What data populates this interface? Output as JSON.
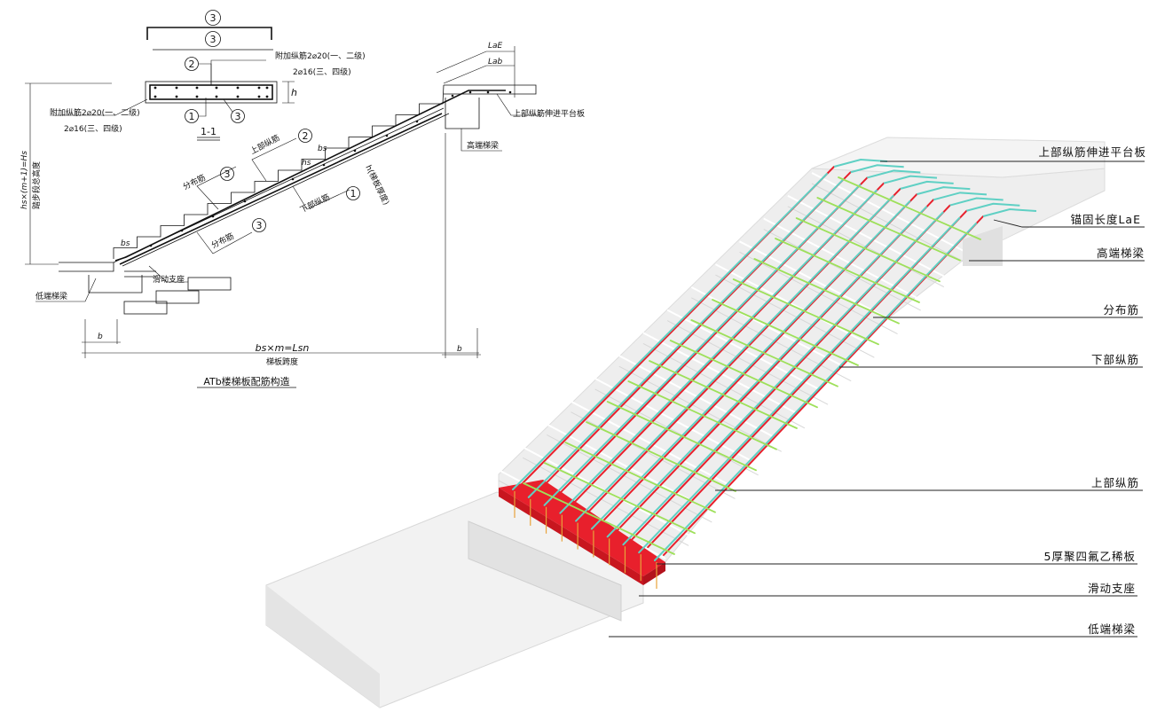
{
  "detail": {
    "section": {
      "mark_3_top": "3",
      "mark_3_mid": "3",
      "mark_2": "2",
      "mark_1": "1",
      "mark_3_right": "3",
      "title": "1-1",
      "h_label": "h",
      "add_rebar_right": "附加纵筋2⌀20(一、二级)",
      "rebar_right_34": "2⌀16(三、四级)",
      "add_rebar_left": "附加纵筋2⌀20(一、二级)",
      "rebar_left_34": "2⌀16(三、四级)"
    },
    "stair": {
      "LaE": "LaE",
      "Lab": "Lab",
      "upper_extend": "上部纵筋伸进平台板",
      "high_beam": "高端梯梁",
      "upper_rebar": "上部纵筋",
      "mark_2": "2",
      "bs_upper": "bs",
      "hs_label": "hs",
      "thickness": "h(梯板厚度)",
      "distrib_upper": "分布筋",
      "mark_3_upper": "3",
      "lower_rebar": "下部纵筋",
      "mark_1": "1",
      "distrib_lower": "分布筋",
      "mark_3_lower": "3",
      "bs_lower": "bs",
      "slide_support": "滑动支座",
      "low_beam": "低端梯梁",
      "height_formula": "hs×(m+1)=Hs",
      "height_label": "踏步段总高度",
      "b_left": "b",
      "b_right": "b",
      "span_formula": "bs×m=Lsn",
      "span_label": "梯板跨度",
      "caption": "ATb楼梯板配筋构造"
    }
  },
  "callouts": {
    "upper_extend": "上部纵筋伸进平台板",
    "anchor_length": "锚固长度LaE",
    "high_beam": "高端梯梁",
    "distribution": "分布筋",
    "lower_rebar": "下部纵筋",
    "upper_rebar": "上部纵筋",
    "ptfe_plate": "5厚聚四氟乙稀板",
    "slide_support": "滑动支座",
    "low_beam": "低端梯梁"
  },
  "colors": {
    "upper_rebar": "#e8202c",
    "lower_rebar": "#5fd0c4",
    "distribution_rebar": "#9ee05a",
    "ptfe_plate": "#e8202c",
    "concrete": "#ececec"
  }
}
